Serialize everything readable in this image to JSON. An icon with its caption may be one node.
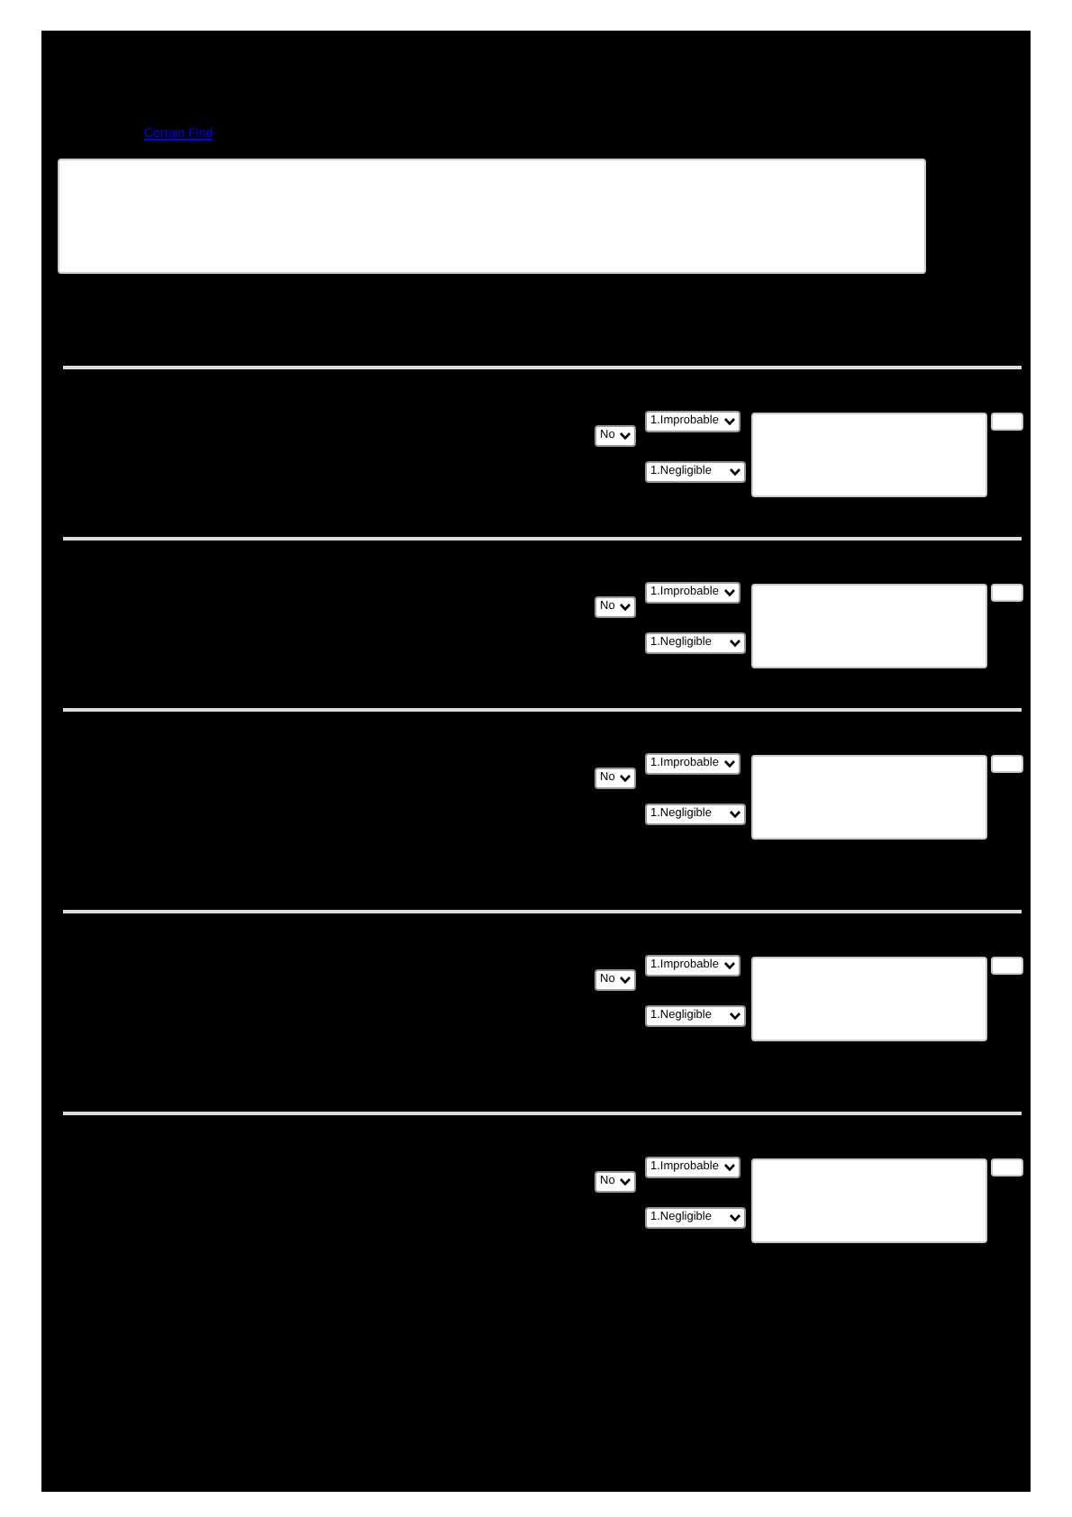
{
  "diagram": {
    "nodes": [
      {
        "text": [],
        "shape": "box"
      },
      {
        "text": [],
        "shape": "box"
      },
      {
        "text": [],
        "shape": "box"
      },
      {
        "text": [],
        "shape": "box"
      },
      {
        "text": [],
        "shape": "box"
      },
      {
        "text": [],
        "shape": "box"
      },
      {
        "text": [],
        "shape": "box"
      },
      {
        "text": [],
        "shape": "box"
      },
      {
        "text": [],
        "shape": "box"
      },
      {
        "text": [],
        "shape": "box"
      },
      {
        "text": [],
        "shape": "box"
      }
    ],
    "labels": [
      "Certain Find",
      "No",
      "1.Improbable",
      "1.Negligible",
      "No",
      "1.Improbable",
      "1.Negligible",
      "No",
      "1.Improbable",
      "1.Negligible",
      "No",
      "1.Improbable",
      "1.Negligible",
      "No",
      "1.Improbable",
      "1.Negligible"
    ]
  }
}
